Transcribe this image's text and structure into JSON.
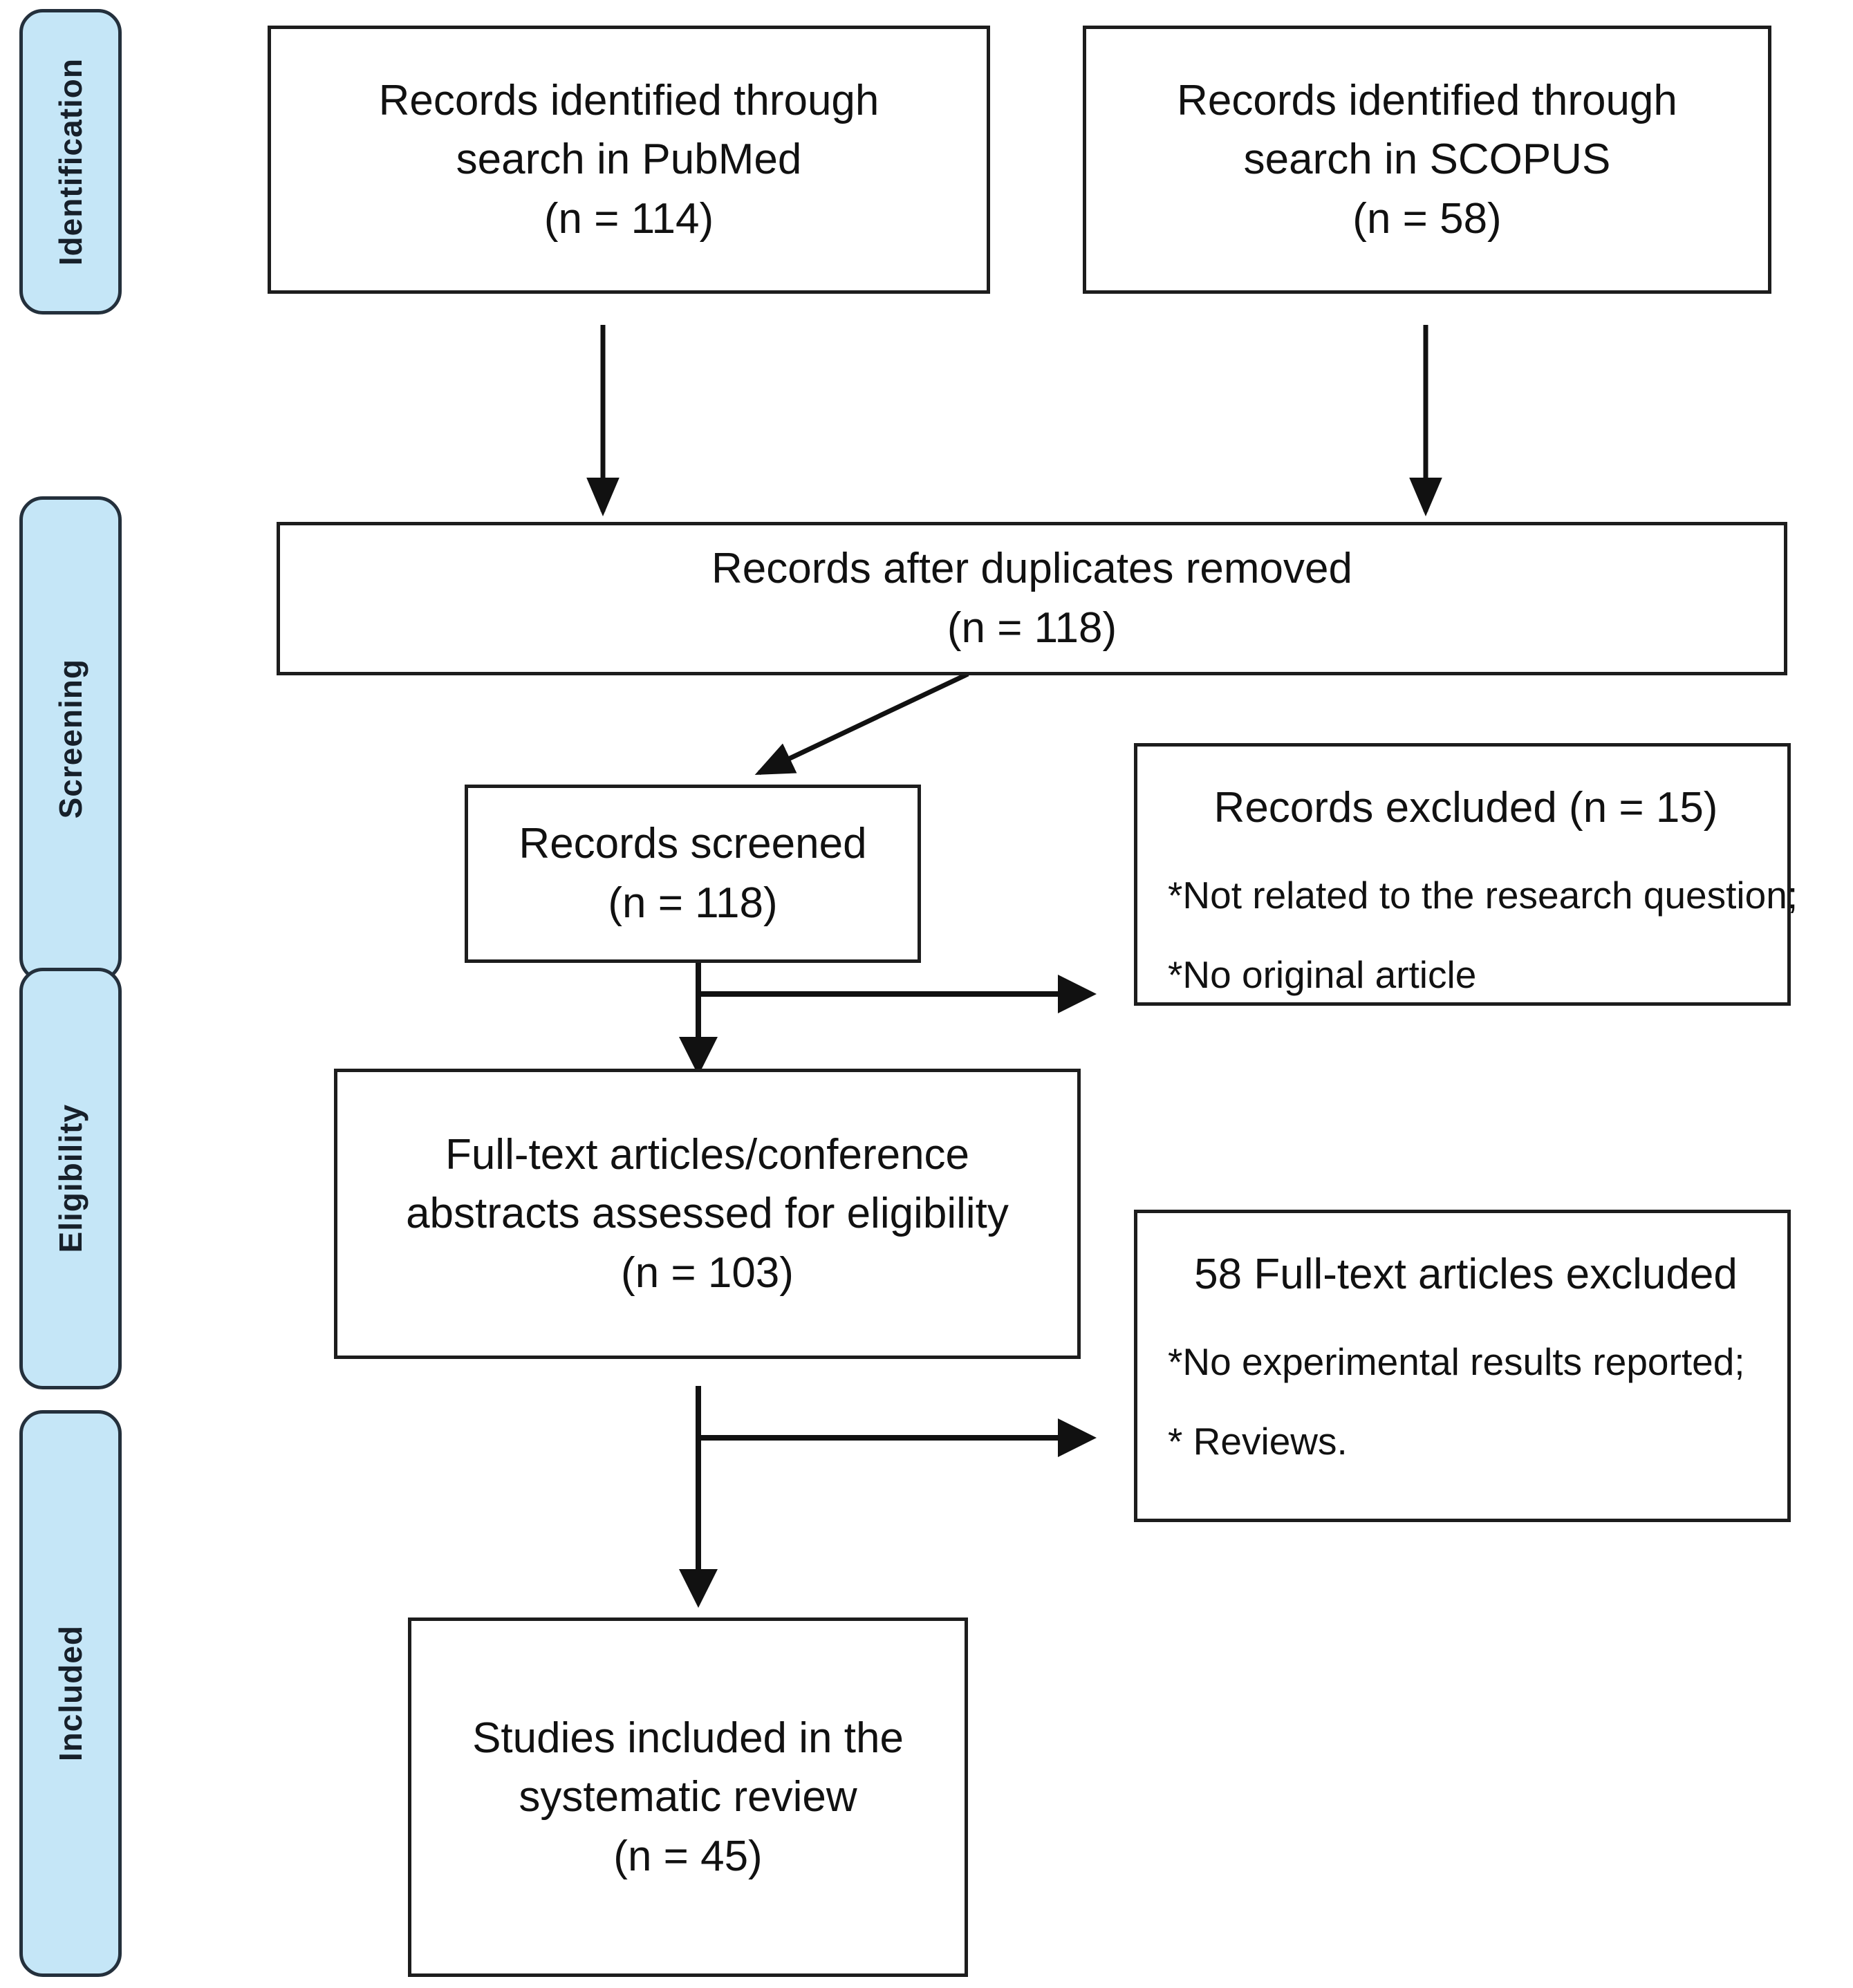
{
  "diagram": {
    "type": "prisma-flow-diagram",
    "phases": [
      {
        "id": "identification",
        "label": "Identification"
      },
      {
        "id": "screening",
        "label": "Screening"
      },
      {
        "id": "eligibility",
        "label": "Eligibility"
      },
      {
        "id": "included",
        "label": "Included"
      }
    ],
    "boxes": {
      "pubmed": {
        "lines": [
          "Records identified through",
          "search in PubMed",
          "(n =  114)"
        ],
        "count": 114
      },
      "scopus": {
        "lines": [
          "Records identified through",
          "search in SCOPUS",
          "(n =  58)"
        ],
        "count": 58
      },
      "duplicates_removed": {
        "lines": [
          "Records after duplicates removed",
          "(n = 118)"
        ],
        "count": 118
      },
      "records_screened": {
        "lines": [
          "Records screened",
          "(n = 118)"
        ],
        "count": 118
      },
      "records_excluded": {
        "title": "Records excluded (n = 15)",
        "count": 15,
        "reasons": [
          "*Not related to the research question;",
          "*No original article"
        ]
      },
      "fulltext_assessed": {
        "lines": [
          "Full-text articles/conference",
          "abstracts assessed for eligibility",
          "(n = 103)"
        ],
        "count": 103
      },
      "fulltext_excluded": {
        "title": "58 Full-text articles excluded",
        "count": 58,
        "reasons": [
          "*No experimental results reported;",
          "* Reviews."
        ]
      },
      "studies_included": {
        "lines": [
          "Studies included in the",
          "systematic review",
          "(n = 45)"
        ],
        "count": 45
      }
    },
    "colors": {
      "phase_fill": "#c5e6f7",
      "phase_border": "#24303c",
      "box_border": "#1d1d1d",
      "text": "#111111",
      "background": "#ffffff"
    }
  }
}
